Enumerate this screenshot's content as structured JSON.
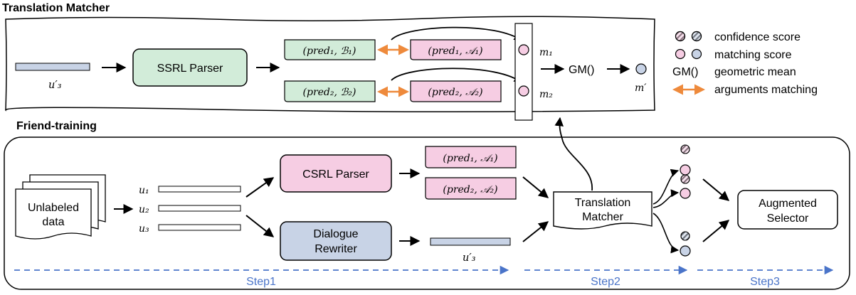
{
  "translation_matcher_panel": {
    "title": "Translation Matcher",
    "input_label": "u′₃",
    "parser_label": "SSRL Parser",
    "pred_b1": "(pred₁, ℬ₁)",
    "pred_b2": "(pred₂, ℬ₂)",
    "pred_a1": "(pred₁, 𝒜₁)",
    "pred_a2": "(pred₂, 𝒜₂)",
    "m1": "m₁",
    "m2": "m₂",
    "gm": "GM()",
    "m_prime": "m′"
  },
  "legend": {
    "confidence": "confidence score",
    "matching": "matching score",
    "gm_symbol": "GM()",
    "geometric": "geometric mean",
    "arguments": "arguments matching"
  },
  "friend_training_panel": {
    "title": "Friend-training",
    "unlabeled": [
      "Unlabeled",
      "data"
    ],
    "u1": "u₁",
    "u2": "u₂",
    "u3": "u₃",
    "csrl_parser": "CSRL Parser",
    "dialogue_rewriter": [
      "Dialogue",
      "Rewriter"
    ],
    "pred_a1": "(pred₁, 𝒜₁)",
    "pred_a2": "(pred₂, 𝒜₂)",
    "u3_prime": "u′₃",
    "translation_matcher": [
      "Translation",
      "Matcher"
    ],
    "augmented_selector": [
      "Augmented",
      "Selector"
    ],
    "steps": [
      "Step1",
      "Step2",
      "Step3"
    ]
  },
  "colors": {
    "green": "#d2ecd9",
    "pink": "#f6cde3",
    "blue": "#c8d3e6",
    "orange": "#ee8a3c",
    "step_blue": "#4a74c9"
  }
}
